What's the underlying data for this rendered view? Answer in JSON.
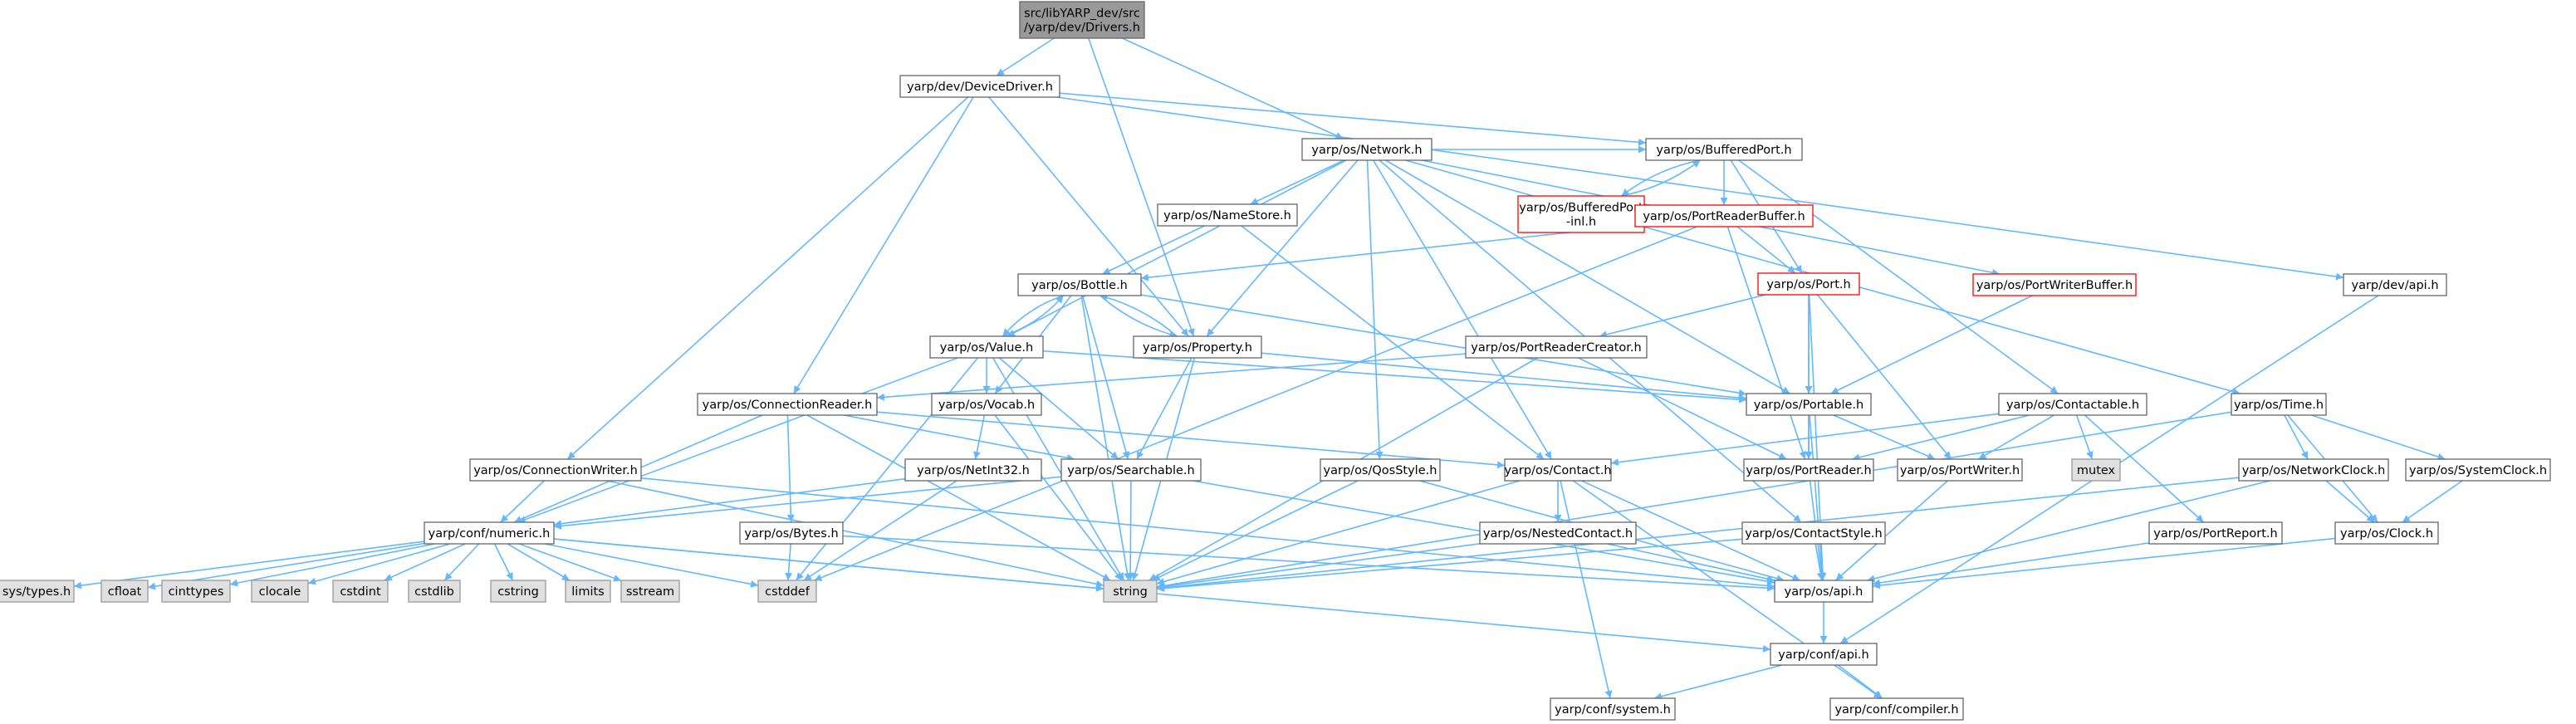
{
  "colors": {
    "edge": "#63b8ff",
    "default_border": "#666666",
    "root_fill": "#999999",
    "root_border": "#666666",
    "truncated_border": "#ff0000",
    "system_fill": "#e0e0e0",
    "system_border": "#999999",
    "node_fill": "#ffffff"
  },
  "nodes": [
    {
      "id": "drivers",
      "lines": [
        "src/libYARP_dev/src",
        "/yarp/dev/Drivers.h"
      ],
      "kind": "root"
    },
    {
      "id": "devicedriver",
      "lines": [
        "yarp/dev/DeviceDriver.h"
      ],
      "kind": "normal"
    },
    {
      "id": "network",
      "lines": [
        "yarp/os/Network.h"
      ],
      "kind": "normal"
    },
    {
      "id": "bufferedport",
      "lines": [
        "yarp/os/BufferedPort.h"
      ],
      "kind": "normal"
    },
    {
      "id": "bufferedport_inl",
      "lines": [
        "yarp/os/BufferedPort",
        "-inl.h"
      ],
      "kind": "truncated"
    },
    {
      "id": "portreaderbuffer",
      "lines": [
        "yarp/os/PortReaderBuffer.h"
      ],
      "kind": "truncated"
    },
    {
      "id": "namestore",
      "lines": [
        "yarp/os/NameStore.h"
      ],
      "kind": "normal"
    },
    {
      "id": "bottle",
      "lines": [
        "yarp/os/Bottle.h"
      ],
      "kind": "normal"
    },
    {
      "id": "port",
      "lines": [
        "yarp/os/Port.h"
      ],
      "kind": "truncated"
    },
    {
      "id": "portwriterbuffer",
      "lines": [
        "yarp/os/PortWriterBuffer.h"
      ],
      "kind": "truncated"
    },
    {
      "id": "devapi",
      "lines": [
        "yarp/dev/api.h"
      ],
      "kind": "normal"
    },
    {
      "id": "value",
      "lines": [
        "yarp/os/Value.h"
      ],
      "kind": "normal"
    },
    {
      "id": "property",
      "lines": [
        "yarp/os/Property.h"
      ],
      "kind": "normal"
    },
    {
      "id": "portreadercreator",
      "lines": [
        "yarp/os/PortReaderCreator.h"
      ],
      "kind": "normal"
    },
    {
      "id": "connectionreader",
      "lines": [
        "yarp/os/ConnectionReader.h"
      ],
      "kind": "normal"
    },
    {
      "id": "vocab",
      "lines": [
        "yarp/os/Vocab.h"
      ],
      "kind": "normal"
    },
    {
      "id": "portable",
      "lines": [
        "yarp/os/Portable.h"
      ],
      "kind": "normal"
    },
    {
      "id": "contactable",
      "lines": [
        "yarp/os/Contactable.h"
      ],
      "kind": "normal"
    },
    {
      "id": "time",
      "lines": [
        "yarp/os/Time.h"
      ],
      "kind": "normal"
    },
    {
      "id": "connectionwriter",
      "lines": [
        "yarp/os/ConnectionWriter.h"
      ],
      "kind": "normal"
    },
    {
      "id": "netint32",
      "lines": [
        "yarp/os/NetInt32.h"
      ],
      "kind": "normal"
    },
    {
      "id": "searchable",
      "lines": [
        "yarp/os/Searchable.h"
      ],
      "kind": "normal"
    },
    {
      "id": "qosstyle",
      "lines": [
        "yarp/os/QosStyle.h"
      ],
      "kind": "normal"
    },
    {
      "id": "contact",
      "lines": [
        "yarp/os/Contact.h"
      ],
      "kind": "normal"
    },
    {
      "id": "portreader",
      "lines": [
        "yarp/os/PortReader.h"
      ],
      "kind": "normal"
    },
    {
      "id": "portwriter",
      "lines": [
        "yarp/os/PortWriter.h"
      ],
      "kind": "normal"
    },
    {
      "id": "mutex",
      "lines": [
        "mutex"
      ],
      "kind": "system"
    },
    {
      "id": "networkclock",
      "lines": [
        "yarp/os/NetworkClock.h"
      ],
      "kind": "normal"
    },
    {
      "id": "systemclock",
      "lines": [
        "yarp/os/SystemClock.h"
      ],
      "kind": "normal"
    },
    {
      "id": "numeric",
      "lines": [
        "yarp/conf/numeric.h"
      ],
      "kind": "normal"
    },
    {
      "id": "bytes",
      "lines": [
        "yarp/os/Bytes.h"
      ],
      "kind": "normal"
    },
    {
      "id": "nestedcontact",
      "lines": [
        "yarp/os/NestedContact.h"
      ],
      "kind": "normal"
    },
    {
      "id": "contactstyle",
      "lines": [
        "yarp/os/ContactStyle.h"
      ],
      "kind": "normal"
    },
    {
      "id": "portreport",
      "lines": [
        "yarp/os/PortReport.h"
      ],
      "kind": "normal"
    },
    {
      "id": "clock",
      "lines": [
        "yarp/os/Clock.h"
      ],
      "kind": "normal"
    },
    {
      "id": "systypes",
      "lines": [
        "sys/types.h"
      ],
      "kind": "system"
    },
    {
      "id": "cfloat",
      "lines": [
        "cfloat"
      ],
      "kind": "system"
    },
    {
      "id": "cinttypes",
      "lines": [
        "cinttypes"
      ],
      "kind": "system"
    },
    {
      "id": "clocale",
      "lines": [
        "clocale"
      ],
      "kind": "system"
    },
    {
      "id": "cstdint",
      "lines": [
        "cstdint"
      ],
      "kind": "system"
    },
    {
      "id": "cstdlib",
      "lines": [
        "cstdlib"
      ],
      "kind": "system"
    },
    {
      "id": "cstring",
      "lines": [
        "cstring"
      ],
      "kind": "system"
    },
    {
      "id": "limits",
      "lines": [
        "limits"
      ],
      "kind": "system"
    },
    {
      "id": "sstream",
      "lines": [
        "sstream"
      ],
      "kind": "system"
    },
    {
      "id": "cstddef",
      "lines": [
        "cstddef"
      ],
      "kind": "system"
    },
    {
      "id": "string",
      "lines": [
        "string"
      ],
      "kind": "system"
    },
    {
      "id": "osapi",
      "lines": [
        "yarp/os/api.h"
      ],
      "kind": "normal"
    },
    {
      "id": "confapi",
      "lines": [
        "yarp/conf/api.h"
      ],
      "kind": "normal"
    },
    {
      "id": "confsystem",
      "lines": [
        "yarp/conf/system.h"
      ],
      "kind": "normal"
    },
    {
      "id": "confcompiler",
      "lines": [
        "yarp/conf/compiler.h"
      ],
      "kind": "normal"
    }
  ],
  "edges": [
    [
      "drivers",
      "devicedriver"
    ],
    [
      "drivers",
      "network"
    ],
    [
      "drivers",
      "property"
    ],
    [
      "devicedriver",
      "bufferedport"
    ],
    [
      "devicedriver",
      "connectionreader"
    ],
    [
      "devicedriver",
      "connectionwriter"
    ],
    [
      "devicedriver",
      "property"
    ],
    [
      "devicedriver",
      "devapi"
    ],
    [
      "network",
      "bufferedport"
    ],
    [
      "network",
      "namestore"
    ],
    [
      "network",
      "value"
    ],
    [
      "network",
      "property"
    ],
    [
      "network",
      "portwriterbuffer"
    ],
    [
      "network",
      "portable"
    ],
    [
      "network",
      "contact"
    ],
    [
      "network",
      "qosstyle"
    ],
    [
      "network",
      "contactstyle"
    ],
    [
      "network",
      "time"
    ],
    [
      "bufferedport",
      "bufferedport_inl"
    ],
    [
      "bufferedport",
      "portreaderbuffer"
    ],
    [
      "bufferedport",
      "port"
    ],
    [
      "bufferedport",
      "contactable"
    ],
    [
      "bufferedport_inl",
      "bufferedport"
    ],
    [
      "portreaderbuffer",
      "port"
    ],
    [
      "portreaderbuffer",
      "bottle"
    ],
    [
      "portreaderbuffer",
      "portreader"
    ],
    [
      "portreaderbuffer",
      "cstddef"
    ],
    [
      "namestore",
      "bottle"
    ],
    [
      "namestore",
      "contact"
    ],
    [
      "bottle",
      "value"
    ],
    [
      "bottle",
      "property"
    ],
    [
      "bottle",
      "vocab"
    ],
    [
      "bottle",
      "portable"
    ],
    [
      "bottle",
      "searchable"
    ],
    [
      "bottle",
      "string"
    ],
    [
      "port",
      "portreadercreator"
    ],
    [
      "port",
      "portable"
    ],
    [
      "port",
      "portreader"
    ],
    [
      "port",
      "portwriter"
    ],
    [
      "port",
      "osapi"
    ],
    [
      "portwriterbuffer",
      "portable"
    ],
    [
      "devapi",
      "confapi"
    ],
    [
      "value",
      "bottle"
    ],
    [
      "value",
      "vocab"
    ],
    [
      "value",
      "portable"
    ],
    [
      "value",
      "searchable"
    ],
    [
      "value",
      "numeric"
    ],
    [
      "value",
      "string"
    ],
    [
      "value",
      "cstddef"
    ],
    [
      "property",
      "bottle"
    ],
    [
      "property",
      "portable"
    ],
    [
      "property",
      "searchable"
    ],
    [
      "property",
      "string"
    ],
    [
      "portreadercreator",
      "portreader"
    ],
    [
      "portreadercreator",
      "connectionreader"
    ],
    [
      "portreadercreator",
      "string"
    ],
    [
      "connectionreader",
      "searchable"
    ],
    [
      "connectionreader",
      "contact"
    ],
    [
      "connectionreader",
      "bytes"
    ],
    [
      "connectionreader",
      "numeric"
    ],
    [
      "connectionreader",
      "string"
    ],
    [
      "vocab",
      "netint32"
    ],
    [
      "vocab",
      "string"
    ],
    [
      "portable",
      "portreader"
    ],
    [
      "portable",
      "portwriter"
    ],
    [
      "portable",
      "osapi"
    ],
    [
      "contactable",
      "contact"
    ],
    [
      "contactable",
      "portreader"
    ],
    [
      "contactable",
      "portwriter"
    ],
    [
      "contactable",
      "mutex"
    ],
    [
      "contactable",
      "portreport"
    ],
    [
      "time",
      "networkclock"
    ],
    [
      "time",
      "systemclock"
    ],
    [
      "time",
      "clock"
    ],
    [
      "time",
      "string"
    ],
    [
      "connectionwriter",
      "numeric"
    ],
    [
      "connectionwriter",
      "osapi"
    ],
    [
      "connectionwriter",
      "string"
    ],
    [
      "netint32",
      "numeric"
    ],
    [
      "netint32",
      "cstddef"
    ],
    [
      "searchable",
      "osapi"
    ],
    [
      "searchable",
      "string"
    ],
    [
      "searchable",
      "numeric"
    ],
    [
      "qosstyle",
      "osapi"
    ],
    [
      "qosstyle",
      "string"
    ],
    [
      "contact",
      "nestedcontact"
    ],
    [
      "contact",
      "osapi"
    ],
    [
      "contact",
      "string"
    ],
    [
      "contact",
      "confsystem"
    ],
    [
      "contact",
      "confcompiler"
    ],
    [
      "portreader",
      "osapi"
    ],
    [
      "portwriter",
      "osapi"
    ],
    [
      "networkclock",
      "clock"
    ],
    [
      "networkclock",
      "osapi"
    ],
    [
      "networkclock",
      "string"
    ],
    [
      "systemclock",
      "clock"
    ],
    [
      "numeric",
      "systypes"
    ],
    [
      "numeric",
      "cfloat"
    ],
    [
      "numeric",
      "cinttypes"
    ],
    [
      "numeric",
      "clocale"
    ],
    [
      "numeric",
      "cstdint"
    ],
    [
      "numeric",
      "cstdlib"
    ],
    [
      "numeric",
      "cstring"
    ],
    [
      "numeric",
      "limits"
    ],
    [
      "numeric",
      "sstream"
    ],
    [
      "numeric",
      "cstddef"
    ],
    [
      "numeric",
      "string"
    ],
    [
      "numeric",
      "confapi"
    ],
    [
      "bytes",
      "osapi"
    ],
    [
      "bytes",
      "cstddef"
    ],
    [
      "nestedcontact",
      "osapi"
    ],
    [
      "nestedcontact",
      "string"
    ],
    [
      "contactstyle",
      "osapi"
    ],
    [
      "contactstyle",
      "string"
    ],
    [
      "portreport",
      "osapi"
    ],
    [
      "clock",
      "osapi"
    ],
    [
      "osapi",
      "confapi"
    ],
    [
      "confapi",
      "confsystem"
    ],
    [
      "confapi",
      "confcompiler"
    ]
  ]
}
